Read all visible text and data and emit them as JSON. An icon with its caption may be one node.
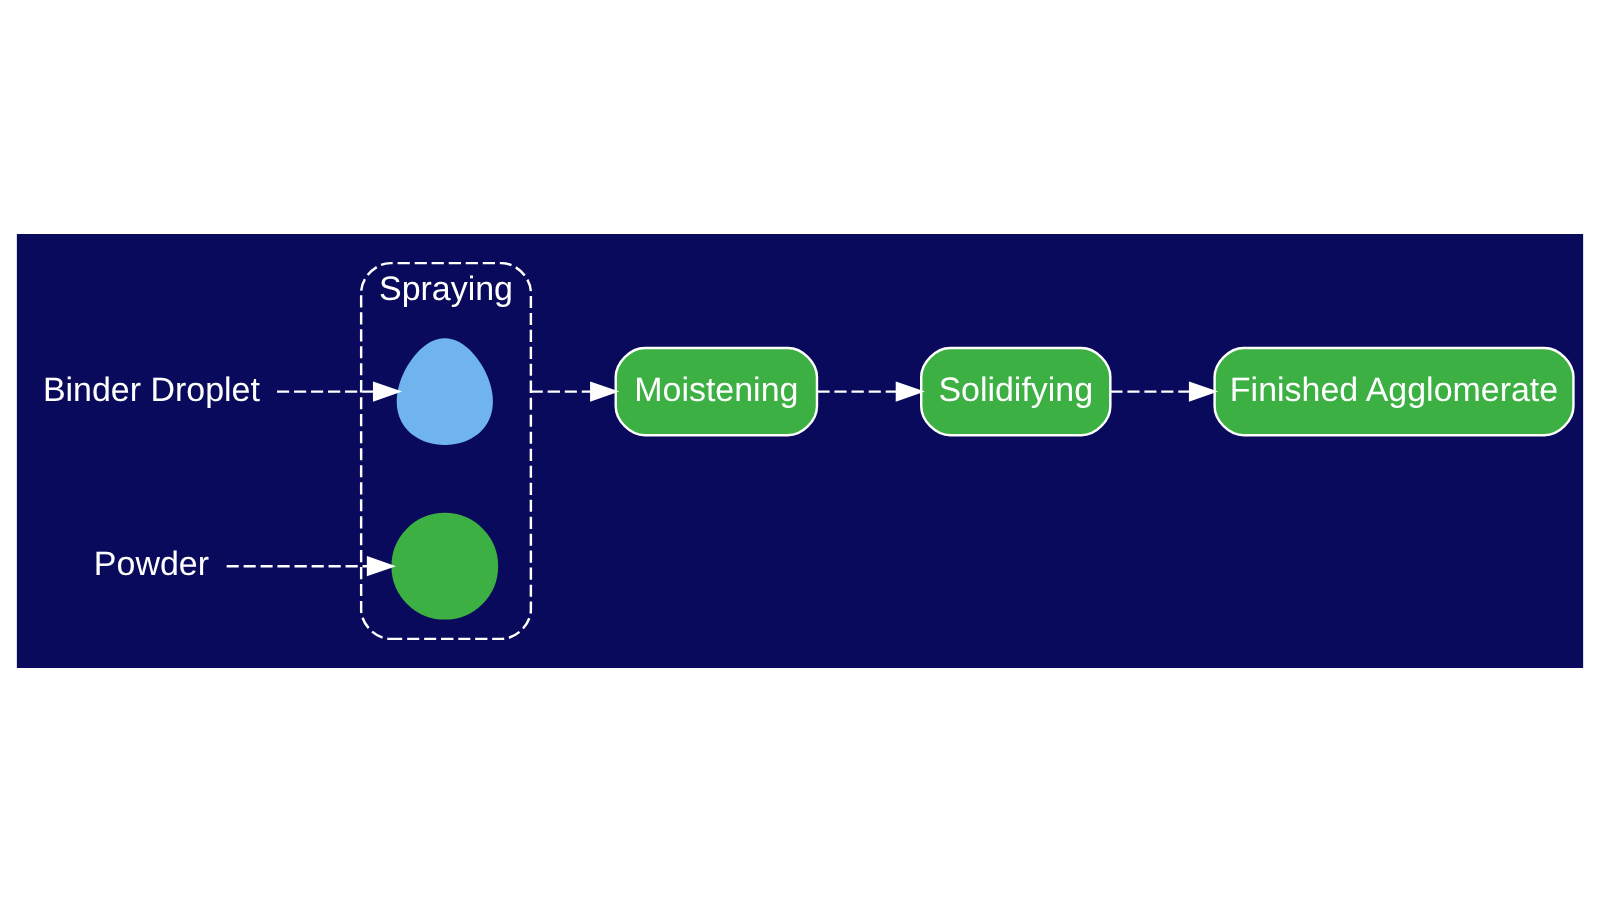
{
  "diagram": {
    "nodes": [
      {
        "text": [
          "Spraying"
        ]
      },
      {
        "text": [
          "Moistening"
        ]
      },
      {
        "text": [
          "Solidifying"
        ]
      },
      {
        "text": [
          "Finished Agglomerate"
        ]
      },
      {
        "text": [],
        "shape": "droplet",
        "in": 0
      },
      {
        "text": [],
        "shape": "circle",
        "in": 0
      },
      {
        "text": [
          "Binder Droplet"
        ]
      },
      {
        "text": [
          "Powder"
        ]
      }
    ],
    "edges": [
      {
        "from": 0,
        "to": 1,
        "arrow": "to",
        "style": "dashed"
      },
      {
        "from": 1,
        "to": 2,
        "arrow": "to",
        "style": "dashed"
      },
      {
        "from": 2,
        "to": 3,
        "arrow": "to",
        "style": "dashed"
      },
      {
        "from": 6,
        "to": 4,
        "arrow": "to",
        "style": "dashed"
      },
      {
        "from": 7,
        "to": 5,
        "arrow": "to",
        "style": "dashed"
      }
    ]
  }
}
